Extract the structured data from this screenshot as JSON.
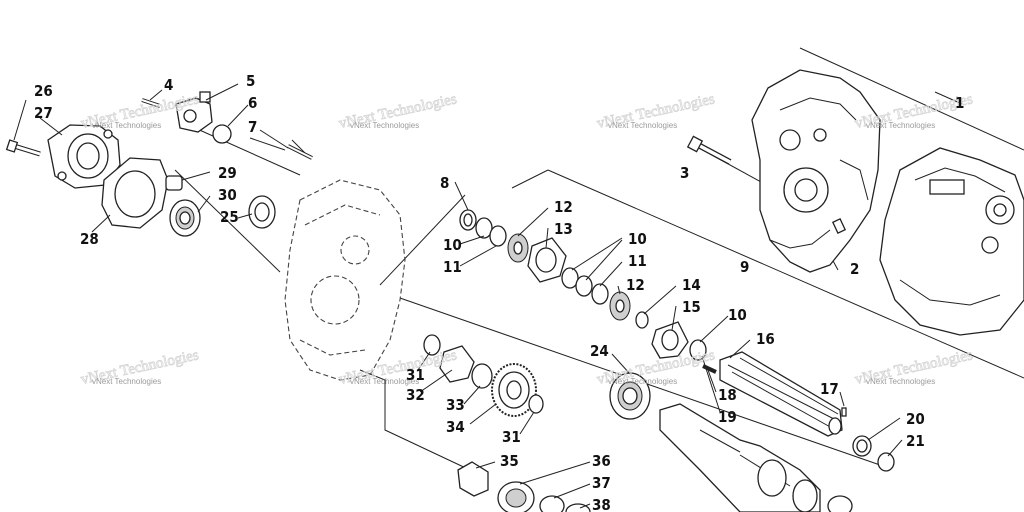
{
  "callouts": {
    "c1": "1",
    "c2": "2",
    "c3": "3",
    "c4": "4",
    "c5": "5",
    "c6": "6",
    "c7": "7",
    "c8": "8",
    "c9": "9",
    "c10a": "10",
    "c10b": "10",
    "c10c": "10",
    "c11a": "11",
    "c11b": "11",
    "c12a": "12",
    "c12b": "12",
    "c13": "13",
    "c14": "14",
    "c15": "15",
    "c16": "16",
    "c17": "17",
    "c18": "18",
    "c19": "19",
    "c20": "20",
    "c21": "21",
    "c24": "24",
    "c25": "25",
    "c26": "26",
    "c27": "27",
    "c28": "28",
    "c29": "29",
    "c30": "30",
    "c31a": "31",
    "c31b": "31",
    "c32": "32",
    "c33": "33",
    "c34": "34",
    "c35": "35",
    "c36": "36",
    "c37": "37",
    "c38": "38"
  },
  "watermark": "vNext Technologies",
  "colors": {
    "ink": "#222222",
    "watermark": "#9a9a9a",
    "background": "#ffffff"
  }
}
